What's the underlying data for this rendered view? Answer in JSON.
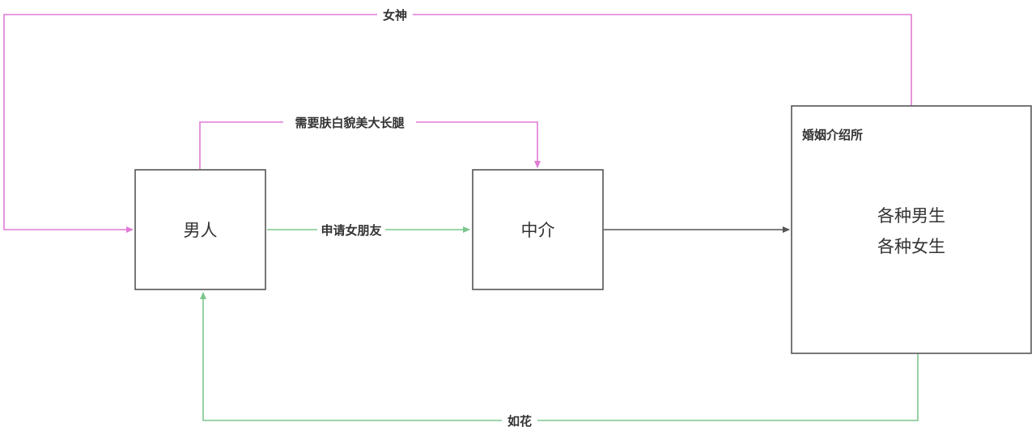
{
  "colors": {
    "pink": "#e07bd6",
    "green": "#7cc68e",
    "gray": "#555555",
    "box_border": "#555555",
    "text": "#333333"
  },
  "nodes": {
    "man": {
      "label": "男人"
    },
    "agent": {
      "label": "中介"
    },
    "agency": {
      "title": "婚姻介绍所",
      "line1": "各种男生",
      "line2": "各种女生"
    }
  },
  "edges": {
    "goddess": {
      "label": "女神"
    },
    "requirement": {
      "label": "需要肤白貌美大长腿"
    },
    "apply": {
      "label": "申请女朋友"
    },
    "flower": {
      "label": "如花"
    }
  }
}
